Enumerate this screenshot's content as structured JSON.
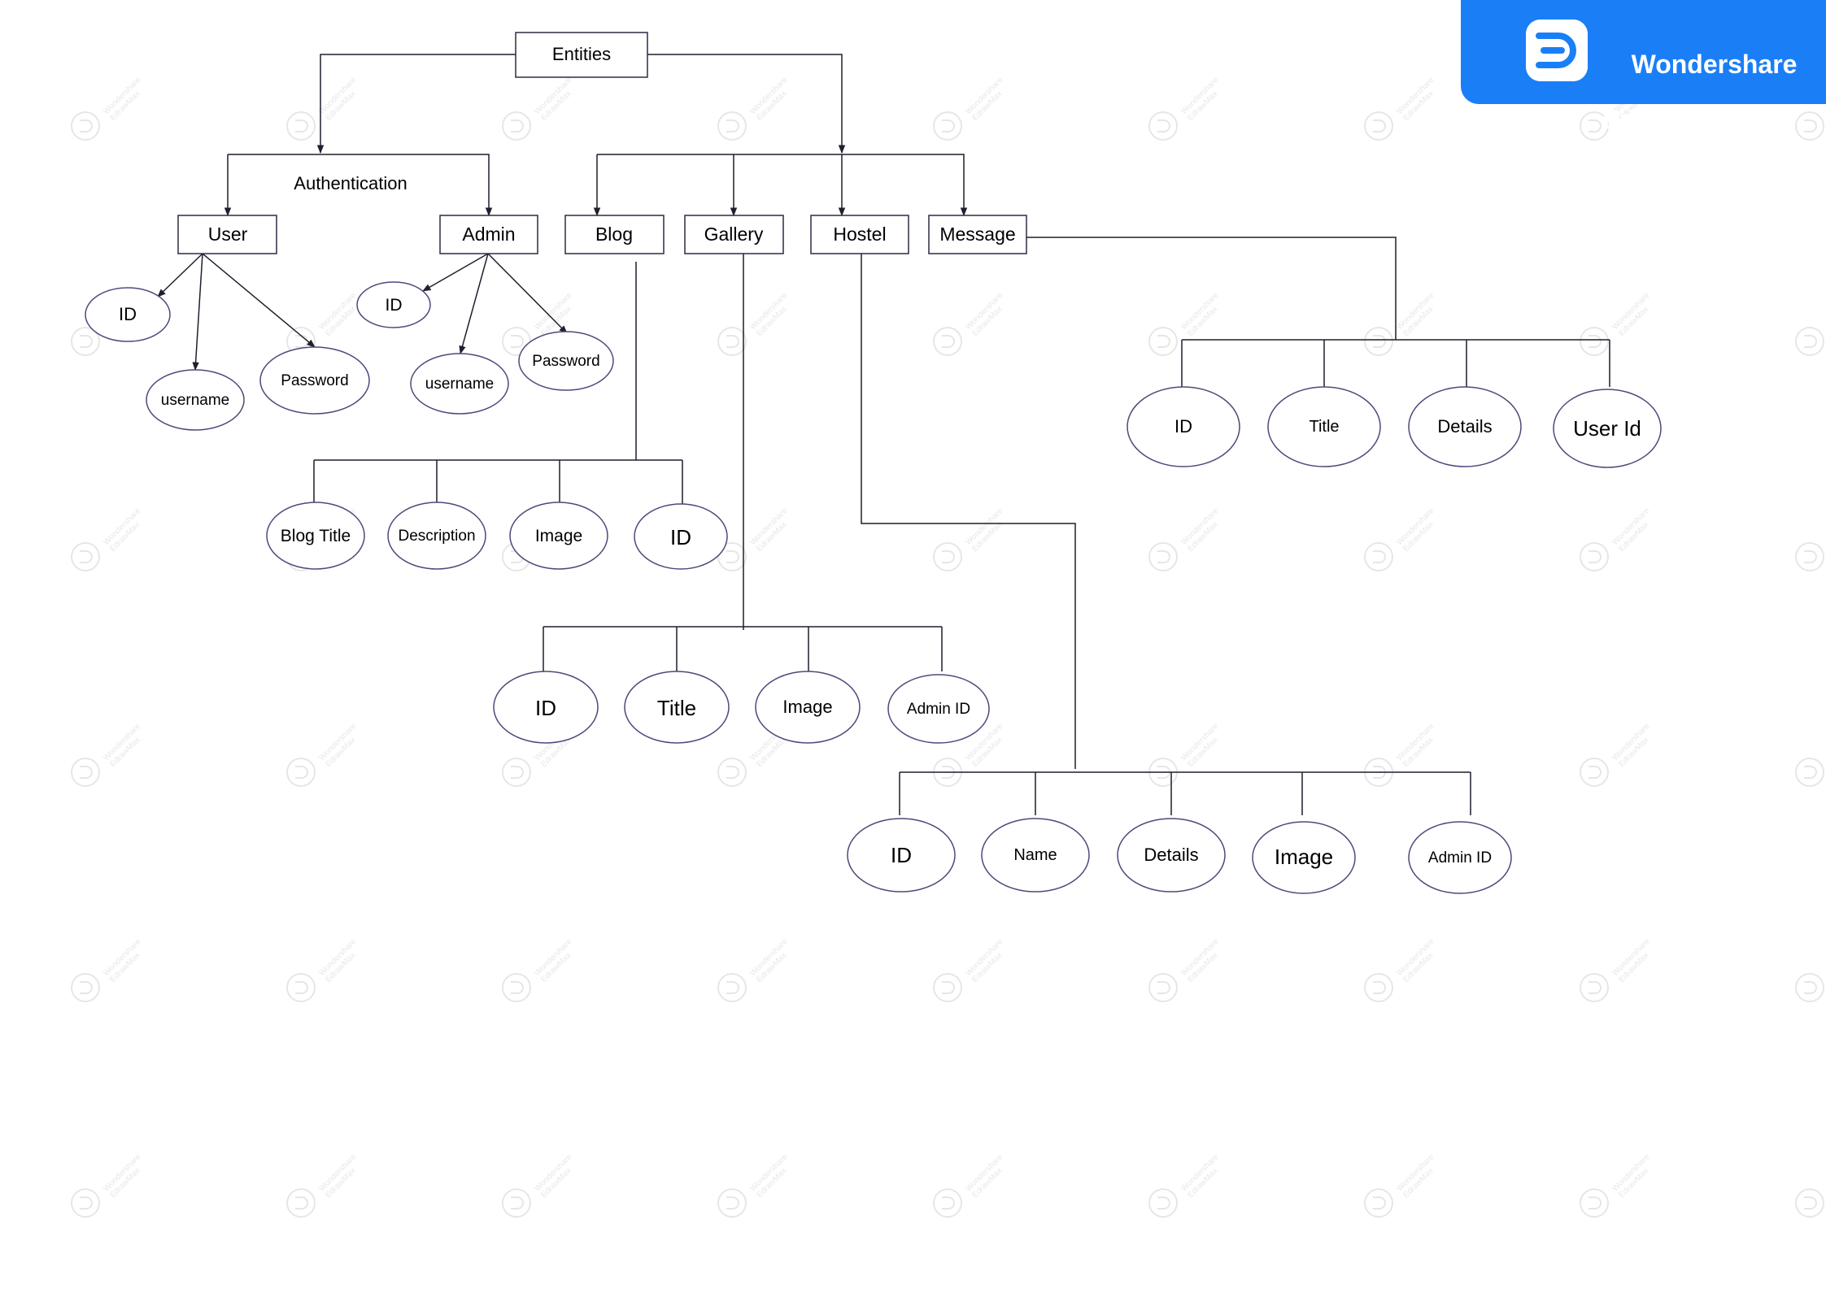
{
  "brand": {
    "line1": "Wondershare",
    "line2": "EdrawMax",
    "color": "#1a7ff6",
    "icon": "edrawmax-logo-icon"
  },
  "watermark": {
    "text_line1": "Wondershare",
    "text_line2": "EdrawMax",
    "icon": "edrawmax-watermark-icon"
  },
  "colors": {
    "line": "#1f1f2e",
    "entity_border": "#2b2b45",
    "attribute_border": "#4b4a7a",
    "text": "#000000"
  },
  "diagram": {
    "root": "Entities",
    "group_label": "Authentication",
    "entities": {
      "user": "User",
      "admin": "Admin",
      "blog": "Blog",
      "gallery": "Gallery",
      "hostel": "Hostel",
      "message": "Message"
    },
    "attributes": {
      "user": [
        "ID",
        "username",
        "Password"
      ],
      "admin": [
        "ID",
        "username",
        "Password"
      ],
      "blog": [
        "Blog Title",
        "Description",
        "Image",
        "ID"
      ],
      "gallery": [
        "ID",
        "Title",
        "Image",
        "Admin ID"
      ],
      "hostel": [
        "ID",
        "Name",
        "Details",
        "Image",
        "Admin ID"
      ],
      "message": [
        "ID",
        "Title",
        "Details",
        "User Id"
      ]
    }
  }
}
